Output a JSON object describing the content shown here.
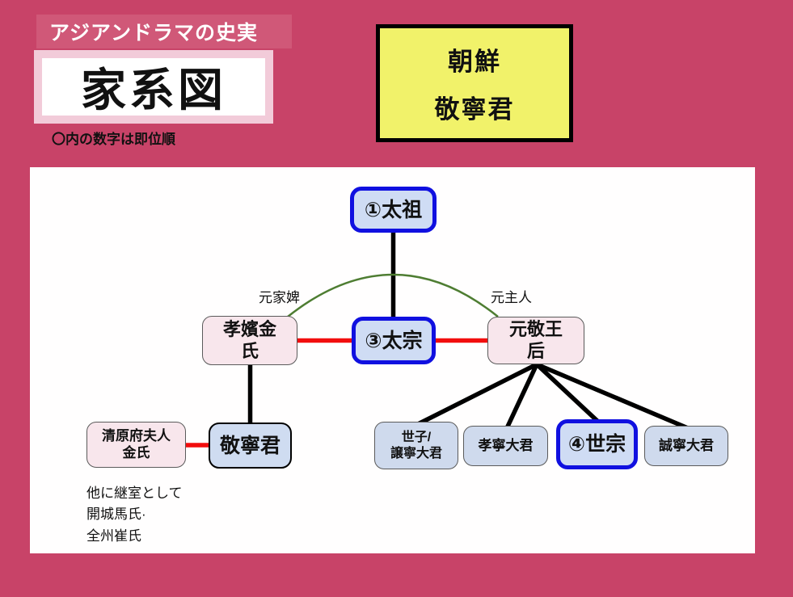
{
  "header": {
    "subtitle": "アジアンドラマの史実",
    "title": "家系図",
    "note": "〇内の数字は即位順",
    "topic_box": {
      "line1": "朝鮮",
      "line2": "敬寧君"
    }
  },
  "colors": {
    "page_background": "#c84368",
    "subtitle_band": "#d05878",
    "title_border": "#f2cbd9",
    "topic_fill": "#f1f26a",
    "royal_border": "#1010e0",
    "royal_fill": "#cfdcf4",
    "pink_fill": "#f8e6ec",
    "plain_fill": "#cfdaed",
    "marriage_line": "#f20d0d",
    "descent_line": "#000000",
    "relation_arc": "#4e7d32"
  },
  "diagram": {
    "nodes": {
      "taejo": {
        "label": "①太祖"
      },
      "taejong": {
        "label": "③太宗"
      },
      "hyobin": {
        "line1": "孝嬪金",
        "line2": "氏"
      },
      "wongyeong": {
        "line1": "元敬王",
        "line2": "后"
      },
      "gyeongnyeong": {
        "label": "敬寧君"
      },
      "cheongwon": {
        "line1": "清原府夫人",
        "line2": "金氏"
      },
      "seja": {
        "line1": "世子/",
        "line2": "譲寧大君"
      },
      "hyoryeong": {
        "label": "孝寧大君"
      },
      "sejong": {
        "label": "④世宗"
      },
      "seongnyeong": {
        "label": "誠寧大君"
      }
    },
    "edge_labels": {
      "left": "元家婢",
      "right": "元主人"
    },
    "footnote": {
      "line1": "他に継室として",
      "line2": "開城馬氏·",
      "line3": "全州崔氏"
    }
  }
}
